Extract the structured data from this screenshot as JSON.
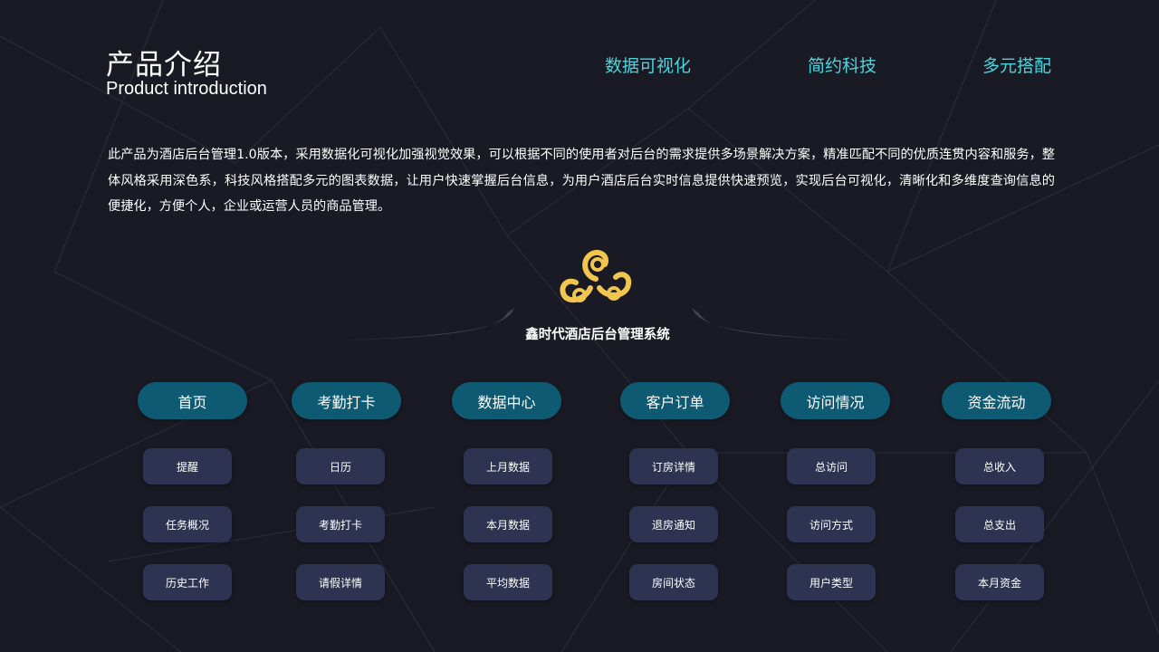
{
  "header": {
    "title_zh": "产品介绍",
    "title_en": "Product introduction",
    "tags": [
      "数据可视化",
      "简约科技",
      "多元搭配"
    ]
  },
  "intro": "此产品为酒店后台管理1.0版本，采用数据化可视化加强视觉效果，可以根据不同的使用者对后台的需求提供多场景解决方案，精准匹配不同的优质连贯内容和服务，整体风格采用深色系，科技风格搭配多元的图表数据，让用户快速掌握后台信息，为用户酒店后台实时信息提供快速预览，实现后台可视化，清晰化和多维度查询信息的便捷化，方便个人，企业或运营人员的商品管理。",
  "brand": {
    "name": "鑫时代酒店后台管理系统",
    "logo_icon": "triskelion-logo-icon",
    "logo_color": "#f0c64e"
  },
  "colors": {
    "background": "#1a1a24",
    "accent": "#48d6df",
    "column_head": "#0e5a73",
    "item_bg": "#2d3350"
  },
  "columns": [
    {
      "label": "首页",
      "items": [
        "提醒",
        "任务概况",
        "历史工作"
      ]
    },
    {
      "label": "考勤打卡",
      "items": [
        "日历",
        "考勤打卡",
        "请假详情"
      ]
    },
    {
      "label": "数据中心",
      "items": [
        "上月数据",
        "本月数据",
        "平均数据"
      ]
    },
    {
      "label": "客户订单",
      "items": [
        "订房详情",
        "退房通知",
        "房间状态"
      ]
    },
    {
      "label": "访问情况",
      "items": [
        "总访问",
        "访问方式",
        "用户类型"
      ]
    },
    {
      "label": "资金流动",
      "items": [
        "总收入",
        "总支出",
        "本月资金"
      ]
    }
  ]
}
